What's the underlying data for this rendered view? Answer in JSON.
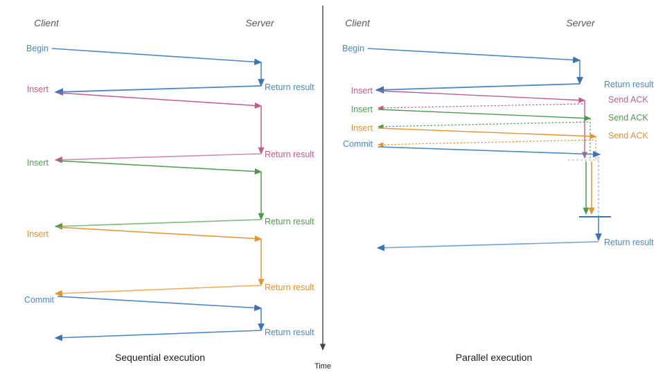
{
  "colors": {
    "blue": "#4a86c8",
    "blue_dark": "#3a73b8",
    "pink": "#c25b8e",
    "pink_light": "#d48ab0",
    "green": "#4f9a4f",
    "green_light": "#7cb97c",
    "orange": "#e8922e",
    "orange_light": "#f0ad5c",
    "axis": "#404040",
    "lane_title": "#595959",
    "caption": "#1a1a1a"
  },
  "axis": {
    "label": "Time",
    "name": "time-axis"
  },
  "panels": [
    {
      "id": "sequential",
      "caption": "Sequential execution",
      "client_title": "Client",
      "server_title": "Server",
      "client_events": [
        {
          "label": "Begin",
          "color": "blue"
        },
        {
          "label": "Insert",
          "color": "pink"
        },
        {
          "label": "Insert",
          "color": "green"
        },
        {
          "label": "Insert",
          "color": "orange"
        },
        {
          "label": "Commit",
          "color": "blue"
        }
      ],
      "server_events": [
        {
          "label": "Return result",
          "color": "blue"
        },
        {
          "label": "Return result",
          "color": "pink"
        },
        {
          "label": "Return result",
          "color": "green"
        },
        {
          "label": "Return result",
          "color": "orange"
        },
        {
          "label": "Return result",
          "color": "blue"
        }
      ]
    },
    {
      "id": "parallel",
      "caption": "Parallel execution",
      "client_title": "Client",
      "server_title": "Server",
      "client_events": [
        {
          "label": "Begin",
          "color": "blue"
        },
        {
          "label": "Insert",
          "color": "pink"
        },
        {
          "label": "Insert",
          "color": "green"
        },
        {
          "label": "Insert",
          "color": "orange"
        },
        {
          "label": "Commit",
          "color": "blue"
        }
      ],
      "server_events": [
        {
          "label": "Return result",
          "color": "blue"
        },
        {
          "label": "Send ACK",
          "color": "pink"
        },
        {
          "label": "Send ACK",
          "color": "green"
        },
        {
          "label": "Send ACK",
          "color": "orange"
        },
        {
          "label": "Return result",
          "color": "blue"
        }
      ]
    }
  ]
}
